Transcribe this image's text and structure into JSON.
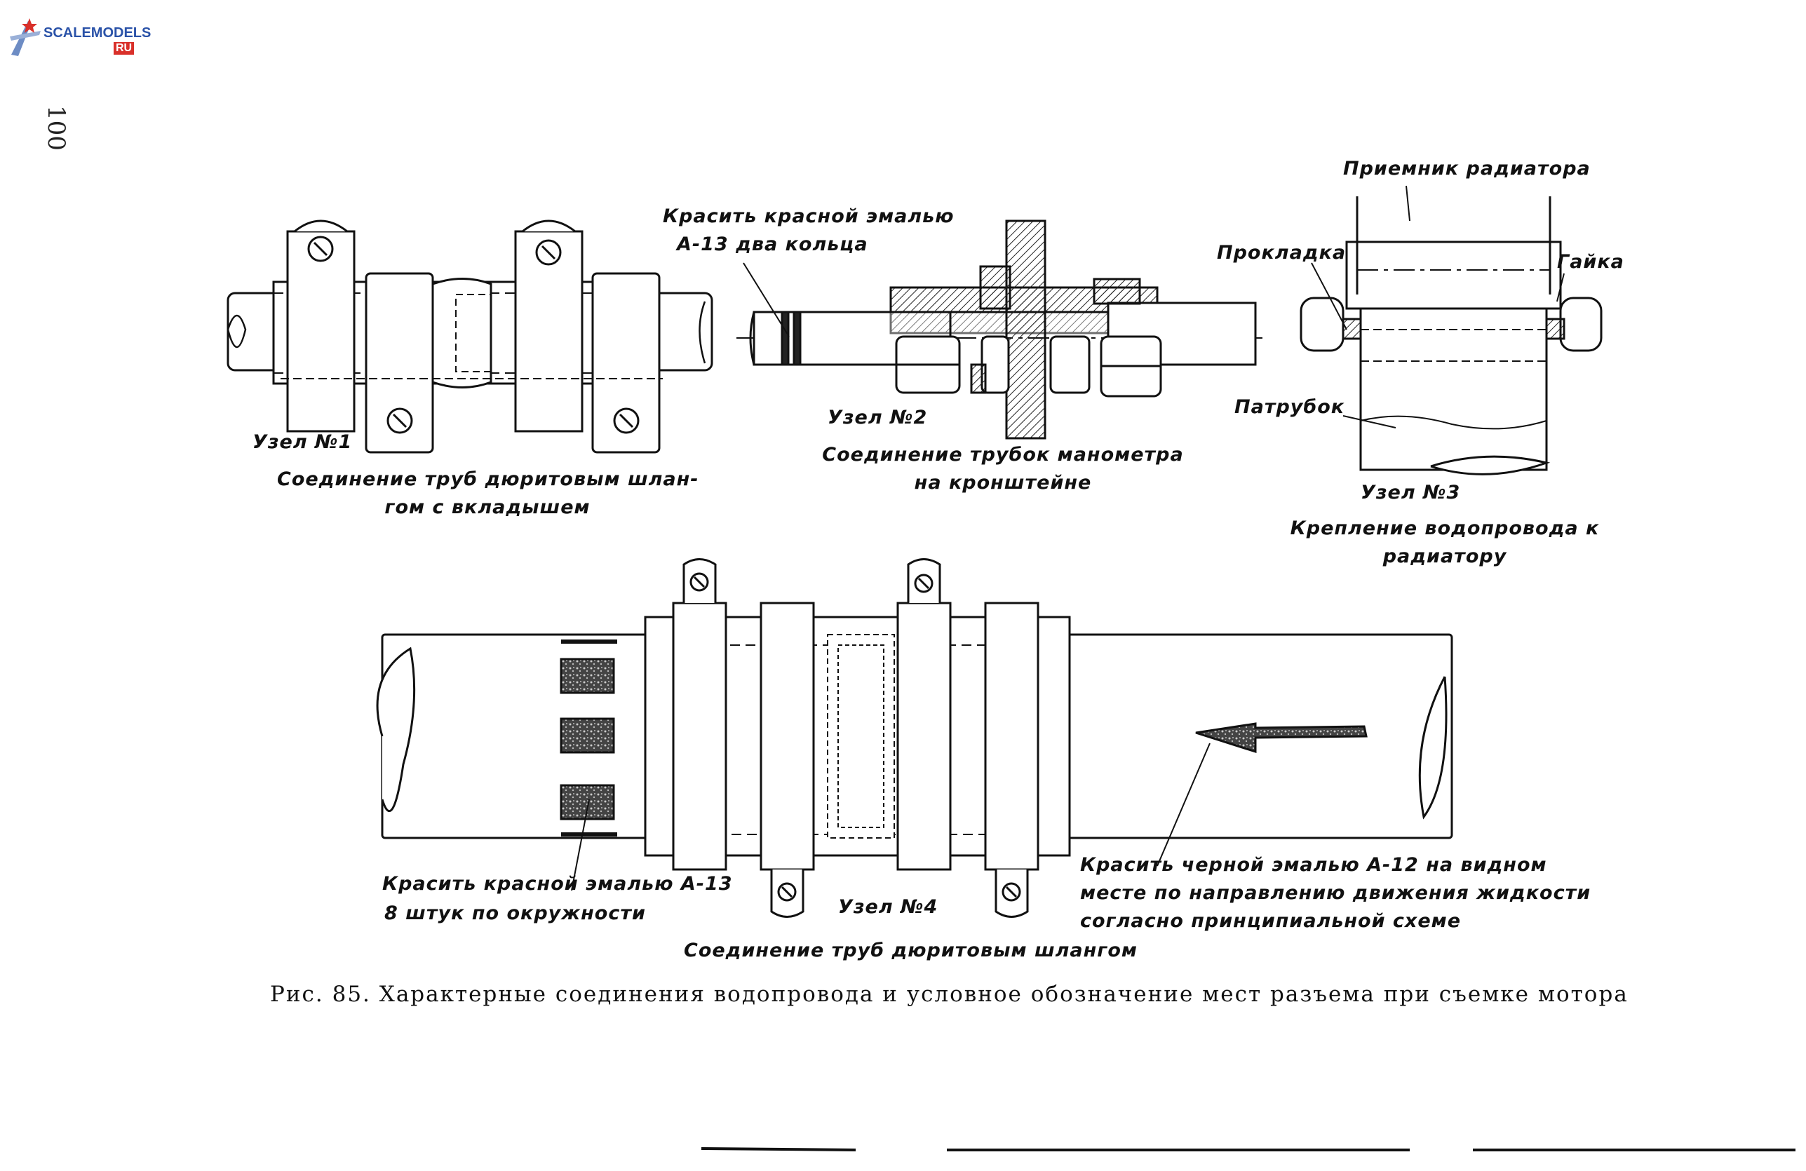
{
  "watermark": {
    "text": "SCALEMODELS",
    "suffix": "RU"
  },
  "page_number": "100",
  "labels": {
    "node1_title": "Узел №1",
    "node1_desc_line1": "Соединение труб дюритовым шлан-",
    "node1_desc_line2": "гом с вкладышем",
    "node2_note_line1": "Красить красной эмалью",
    "node2_note_line2": "А-13 два кольца",
    "node2_title": "Узел №2",
    "node2_desc_line1": "Соединение трубок манометра",
    "node2_desc_line2": "на кронштейне",
    "node3_receiver": "Приемник радиатора",
    "node3_gasket": "Прокладка",
    "node3_nut": "Гайка",
    "node3_pipe": "Патрубок",
    "node3_title": "Узел №3",
    "node3_desc_line1": "Крепление водопровода к",
    "node3_desc_line2": "радиатору",
    "node4_red_line1": "Красить красной эмалью А-13",
    "node4_red_line2": "8 штук по окружности",
    "node4_title": "Узел №4",
    "node4_desc": "Соединение труб дюритовым шлангом",
    "node4_black_line1": "Красить черной эмалью А-12 на видном",
    "node4_black_line2": "месте по направлению движения жидкости",
    "node4_black_line3": "согласно принципиальной схеме"
  },
  "caption": "Рис. 85. Характерные соединения водопровода и условное обозначение мест разъема при съемке мотора"
}
